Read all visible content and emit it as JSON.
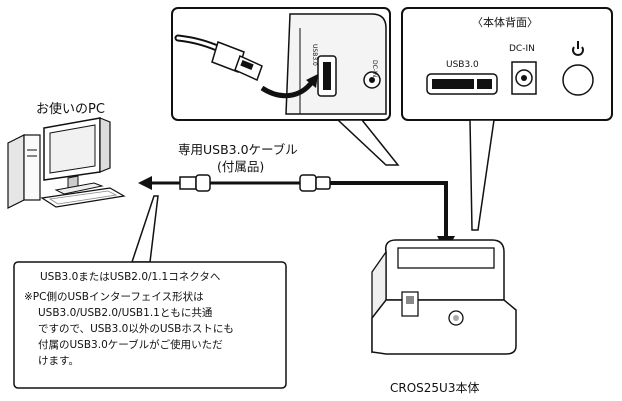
{
  "pc_label": "お使いのPC",
  "cable_label_line1": "専用USB3.0ケーブル",
  "cable_label_line2": "(付属品)",
  "back_panel": {
    "title": "〈本体背面〉",
    "usb_label": "USB3.0",
    "dcin_label": "DC-IN"
  },
  "port_closeup": {
    "usb_small": "USB3.0",
    "dcin_small": "DC-IN"
  },
  "callout": {
    "line1": "USB3.0またはUSB2.0/1.1コネクタへ",
    "note": [
      "※PC側のUSBインターフェイス形状は",
      "USB3.0/USB2.0/USB1.1ともに共通",
      "ですので、USB3.0以外のUSBホストにも",
      "付属のUSB3.0ケーブルがご使用いただ",
      "けます。"
    ]
  },
  "device_label": "CROS25U3本体"
}
